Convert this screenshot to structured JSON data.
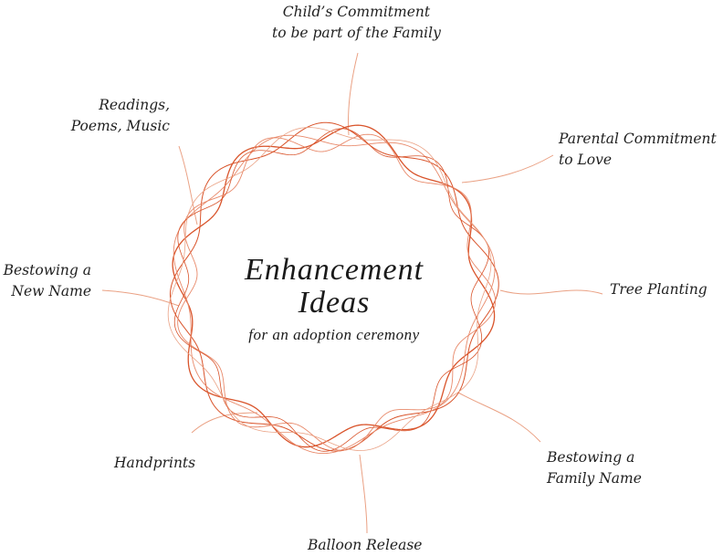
{
  "diagram": {
    "center": {
      "line1": "Enhancement",
      "line2": "Ideas",
      "subtitle": "for an adoption ceremony"
    },
    "colors": {
      "ring": "#d9542b",
      "ring_light": "#e8896a",
      "connector": "#eaa184",
      "text": "#1f1f1f"
    },
    "ideas": [
      {
        "lines": [
          "Child’s Commitment",
          "to be part of the Family"
        ]
      },
      {
        "lines": [
          "Parental Commitment",
          "to Love"
        ]
      },
      {
        "lines": [
          "Tree Planting"
        ]
      },
      {
        "lines": [
          "Bestowing a",
          "Family Name"
        ]
      },
      {
        "lines": [
          "Balloon Release"
        ]
      },
      {
        "lines": [
          "Handprints"
        ]
      },
      {
        "lines": [
          "Bestowing a",
          "New Name"
        ]
      },
      {
        "lines": [
          "Readings,",
          "Poems, Music"
        ]
      }
    ]
  }
}
